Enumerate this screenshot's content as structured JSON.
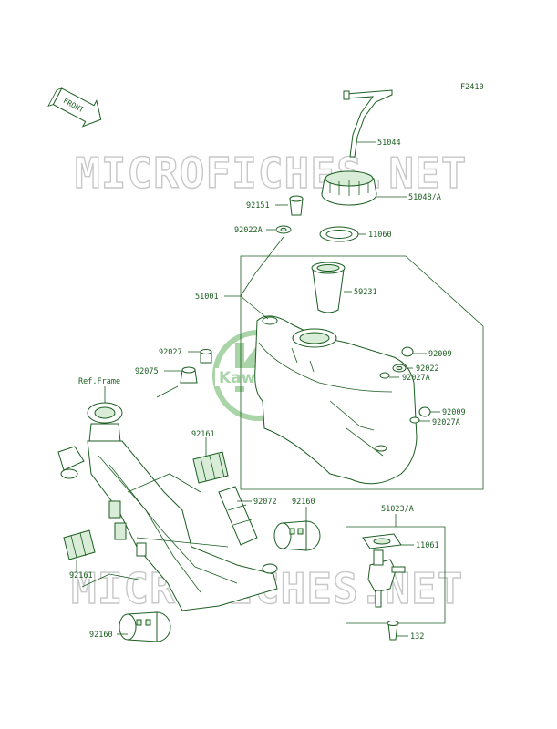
{
  "figure_code": "F2410",
  "front_label": "FRONT",
  "watermark": "MICROFICHES.NET",
  "brand_logo": "Kawasaki",
  "parts": [
    {
      "id": "p51044",
      "label": "51044"
    },
    {
      "id": "p51048",
      "label": "51048/A"
    },
    {
      "id": "p92151",
      "label": "92151"
    },
    {
      "id": "p92022A",
      "label": "92022A"
    },
    {
      "id": "p11060",
      "label": "11060"
    },
    {
      "id": "p59231",
      "label": "59231"
    },
    {
      "id": "p51001",
      "label": "51001"
    },
    {
      "id": "p92027",
      "label": "92027"
    },
    {
      "id": "p92009a",
      "label": "92009"
    },
    {
      "id": "p92022",
      "label": "92022"
    },
    {
      "id": "p92075",
      "label": "92075"
    },
    {
      "id": "p92027Aa",
      "label": "92027A"
    },
    {
      "id": "pFrame",
      "label": "Ref.Frame"
    },
    {
      "id": "p92009b",
      "label": "92009"
    },
    {
      "id": "p92027Ab",
      "label": "92027A"
    },
    {
      "id": "p92161a",
      "label": "92161"
    },
    {
      "id": "p51023",
      "label": "51023/A"
    },
    {
      "id": "p92072",
      "label": "92072"
    },
    {
      "id": "p92160a",
      "label": "92160"
    },
    {
      "id": "p11061",
      "label": "11061"
    },
    {
      "id": "p92161b",
      "label": "92161"
    },
    {
      "id": "p92160b",
      "label": "92160"
    },
    {
      "id": "p132",
      "label": "132"
    }
  ]
}
